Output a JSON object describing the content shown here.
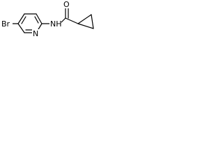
{
  "structure": {
    "atoms": {
      "bromine": "Br",
      "pyridine_nitrogen": "N",
      "amide_nh": "NH",
      "carbonyl_oxygen": "O"
    }
  },
  "colors": {
    "bond": "#000000",
    "text": "#000000",
    "background": "#ffffff"
  }
}
